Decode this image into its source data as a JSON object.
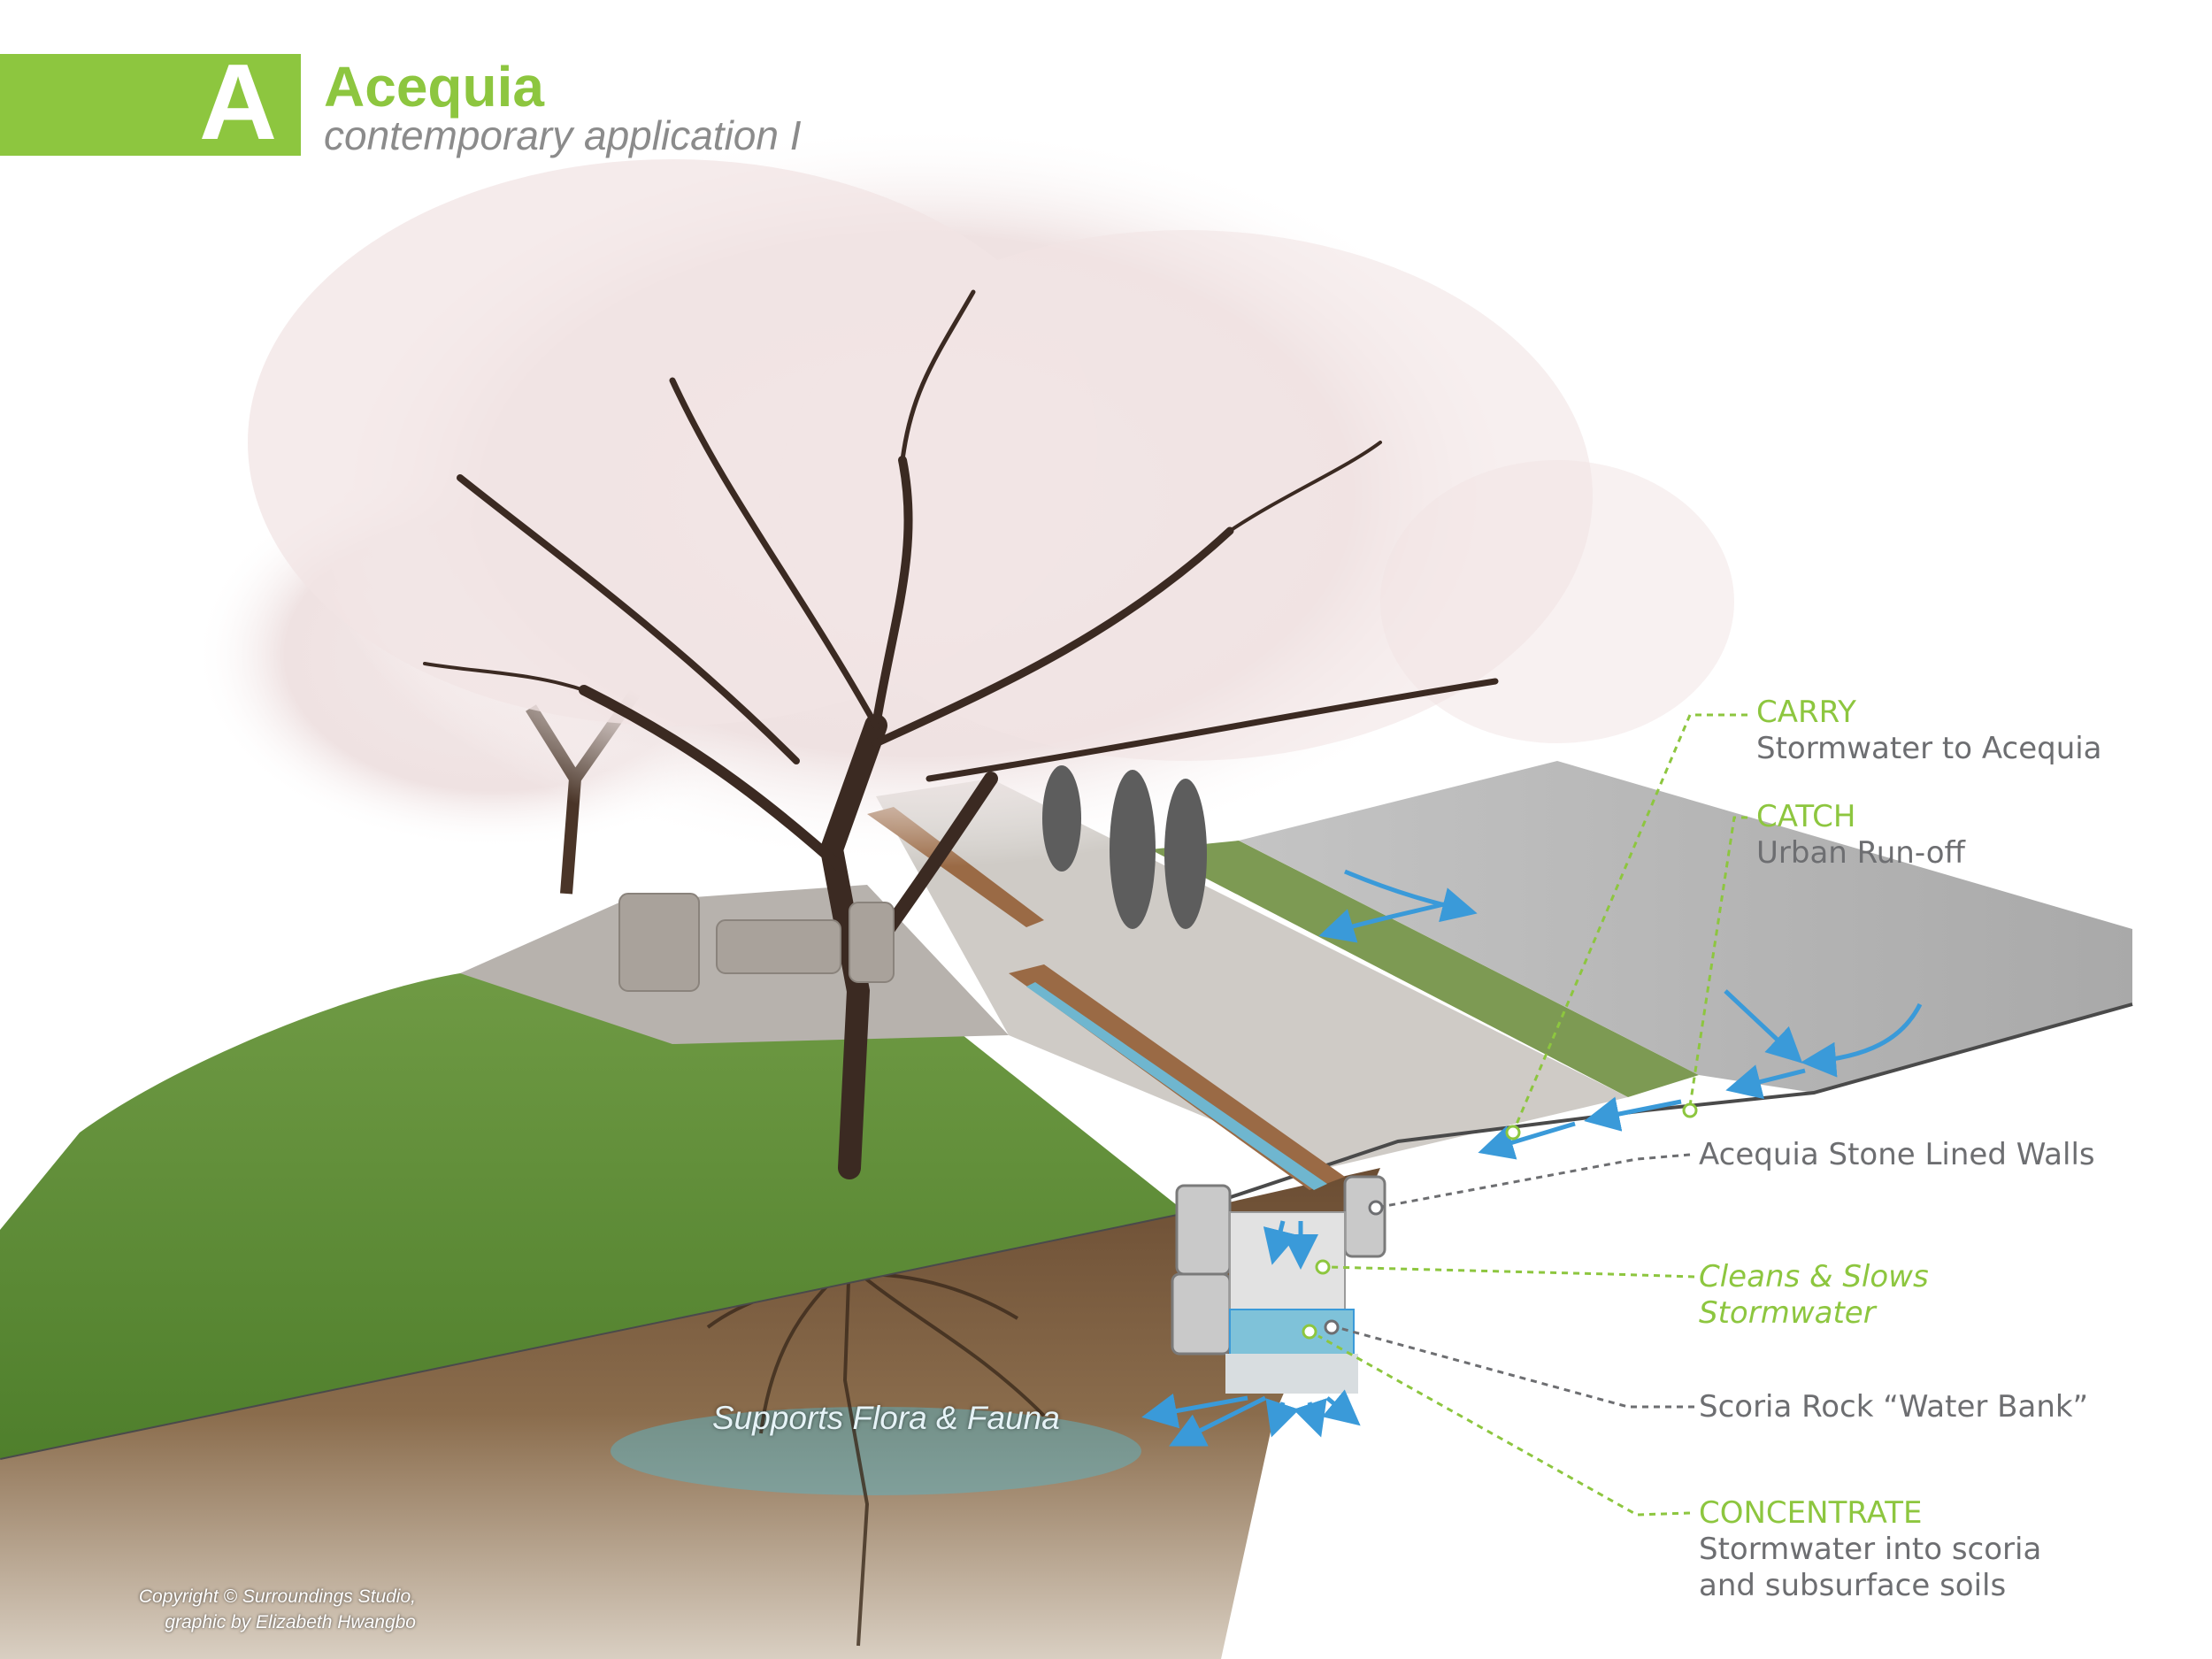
{
  "header": {
    "badge_letter": "A",
    "title": "Acequia",
    "subtitle": "contemporary application I"
  },
  "labels": {
    "carry": {
      "heading": "CARRY",
      "text": "Stormwater to Acequia"
    },
    "catch": {
      "heading": "CATCH",
      "text": "Urban Run-off"
    },
    "walls": {
      "text": "Acequia Stone Lined Walls"
    },
    "cleans": {
      "line1": "Cleans & Slows",
      "line2": "Stormwater"
    },
    "scoria": {
      "text": "Scoria Rock “Water Bank”"
    },
    "concentrate": {
      "heading": "CONCENTRATE",
      "line1": "Stormwater into scoria",
      "line2": "and subsurface soils"
    },
    "flora": "Supports Flora & Fauna"
  },
  "credits": {
    "line1": "Copyright ©  Surroundings Studio,",
    "line2": "graphic by Elizabeth Hwangbo"
  },
  "colors": {
    "accent_green": "#8dc63f",
    "label_gray": "#6d6e71",
    "water_blue": "#3a9ad9"
  }
}
